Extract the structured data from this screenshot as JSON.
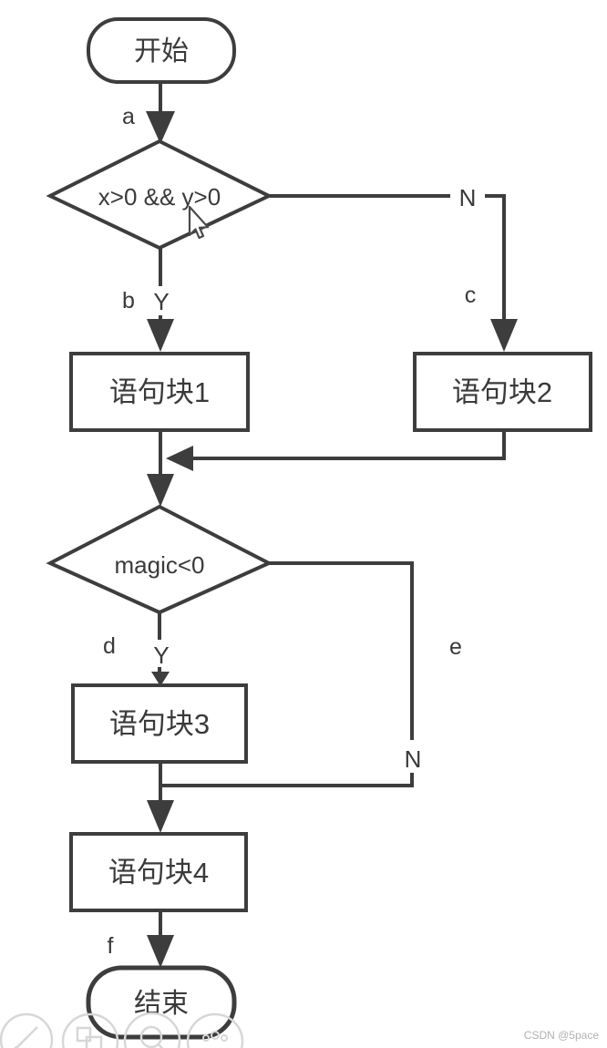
{
  "canvas": {
    "background": "#ffffff"
  },
  "colors": {
    "line": "#3d3d3d",
    "text": "#3a3a3a",
    "watermark": "#b3b0b0",
    "faint_icon": "#d7d7d7"
  },
  "flowchart": {
    "start": "开始",
    "decision1": "x>0 && y>0",
    "block1": "语句块1",
    "block2": "语句块2",
    "decision2": "magic<0",
    "block3": "语句块3",
    "block4": "语句块4",
    "end": "结束"
  },
  "edges": {
    "a": "a",
    "b": "b",
    "c": "c",
    "d": "d",
    "e": "e",
    "f": "f",
    "decision1_yes": "Y",
    "decision1_no": "N",
    "decision2_yes": "Y",
    "decision2_no": "N"
  },
  "watermark": "CSDN @5pace",
  "toolbar": {
    "icons": [
      "pencil",
      "blocks",
      "magnifier",
      "more"
    ]
  }
}
